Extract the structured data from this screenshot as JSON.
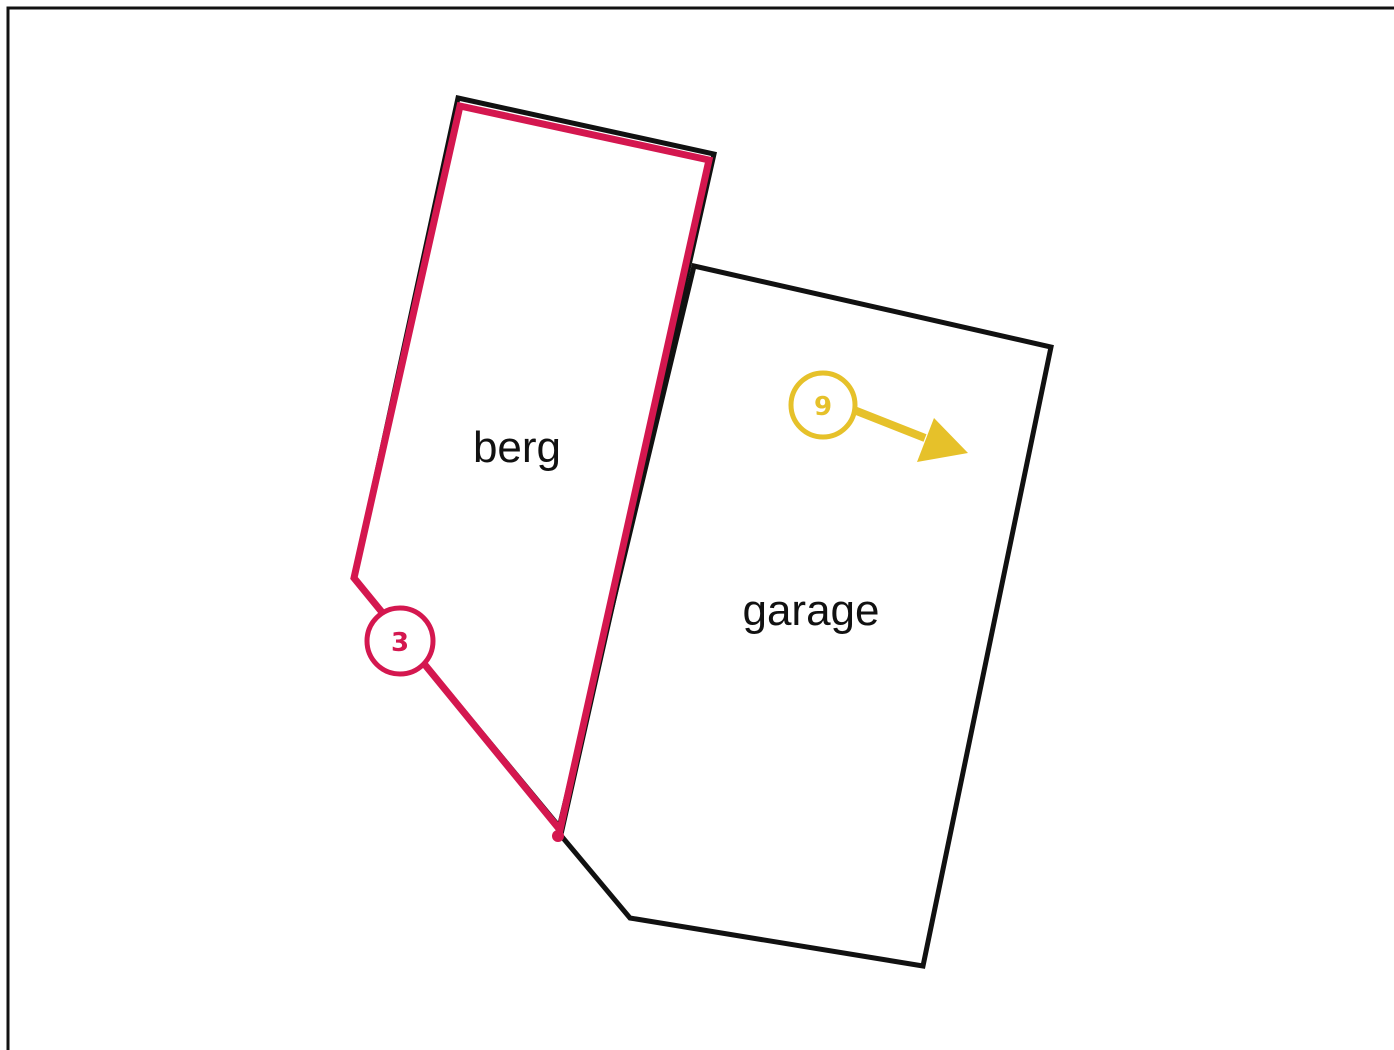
{
  "rooms": {
    "berg": {
      "label": "berg"
    },
    "garage": {
      "label": "garage"
    }
  },
  "markers": {
    "wall_marker": {
      "label": "3",
      "color": "#d4174f"
    },
    "direction_marker": {
      "label": "9",
      "color": "#e6c12a"
    }
  },
  "colors": {
    "outline": "#111111",
    "highlight": "#d4174f",
    "accent": "#e6c12a",
    "background": "#ffffff"
  }
}
